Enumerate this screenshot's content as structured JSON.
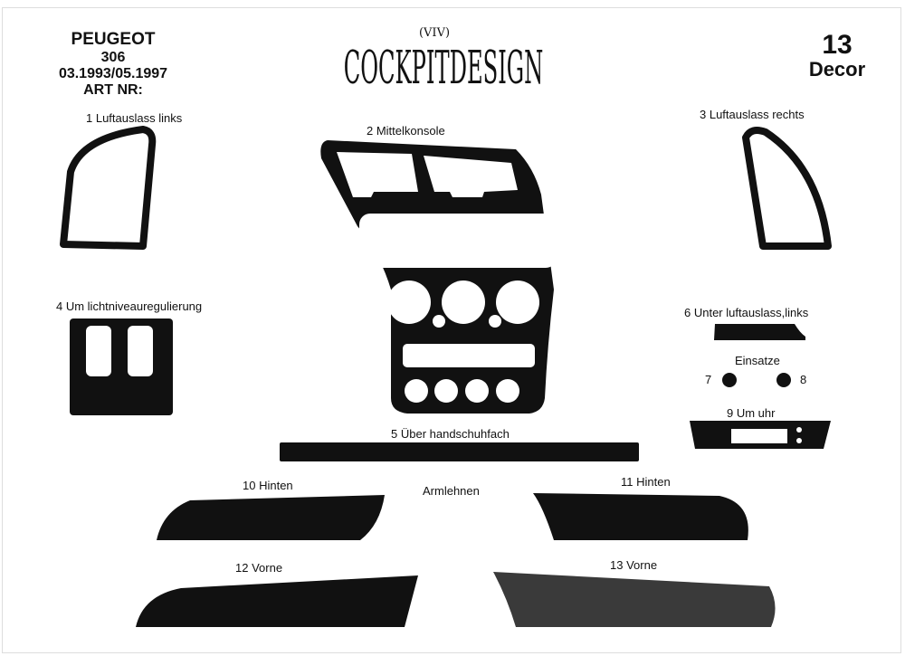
{
  "header": {
    "brand": "PEUGEOT",
    "model": "306",
    "years": "03.1993/05.1997",
    "art_nr": "ART NR:",
    "logo": "COCKPITDESIGN",
    "piece_count": "13",
    "piece_type": "Decor"
  },
  "parts": {
    "p1": "1  Luftauslass links",
    "p2": "2  Mittelkonsole",
    "p3": "3  Luftauslass rechts",
    "p4": "4  Um lichtniveauregulierung",
    "p5": "5  Über handschuhfach",
    "p6": "6  Unter luftauslass,links",
    "einsatze": "Einsatze",
    "p7": "7",
    "p8": "8",
    "p9": "9  Um uhr",
    "p10": "10  Hinten",
    "armlehnen": "Armlehnen",
    "p11": "11  Hinten",
    "p12": "12  Vorne",
    "p13": "13  Vorne"
  },
  "colors": {
    "piece": "#111111",
    "piece_13": "#3a3a3a"
  }
}
